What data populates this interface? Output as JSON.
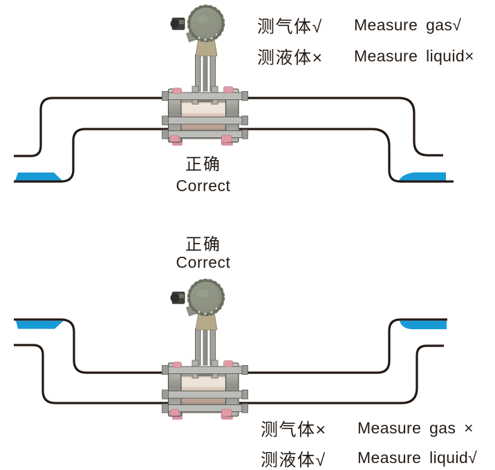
{
  "colors": {
    "pipe_line": "#231813",
    "liquid_blue": "#189ad7",
    "text_dark": "#241a14"
  },
  "top_diagram": {
    "result_label_cn": "正确",
    "result_label_en": "Correct",
    "notes": [
      {
        "cn": "测气体√",
        "en": "Measure gas√"
      },
      {
        "cn": "测液体×",
        "en": "Measure liquid×"
      }
    ]
  },
  "bottom_diagram": {
    "result_label_cn": "正确",
    "result_label_en": "Correct",
    "notes": [
      {
        "cn": "测气体×",
        "en": "Measure gas ×"
      },
      {
        "cn": "测液体√",
        "en": "Measure liquid√"
      }
    ]
  }
}
